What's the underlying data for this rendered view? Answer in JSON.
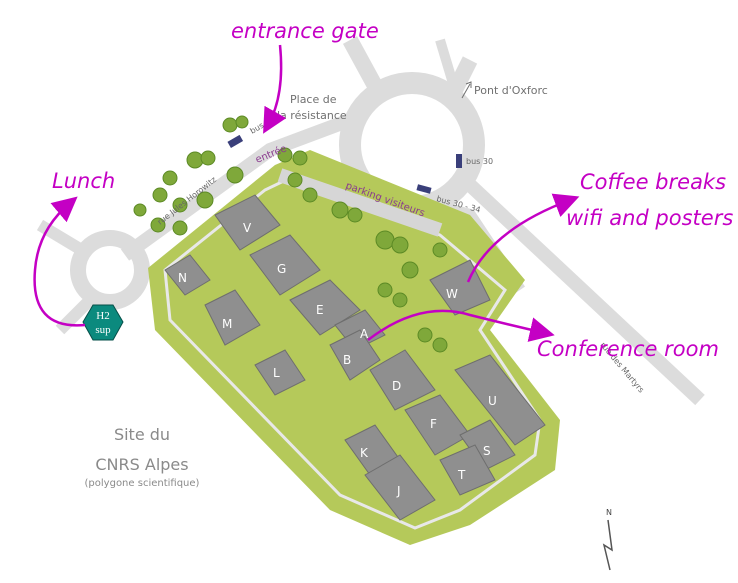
{
  "annotations": {
    "entrance": "entrance gate",
    "lunch": "Lunch",
    "coffee": "Coffee breaks",
    "wifi": "wifi and posters",
    "conference": "Conference room"
  },
  "places": {
    "place_line1": "Place de",
    "place_line2": "la résistance",
    "pont": "Pont d'Oxforc",
    "entree": "entrée",
    "parking": "parking visiteurs",
    "rue": "rue Jules Horowitz",
    "martyrs": "rue des Martyrs"
  },
  "bus_stops": {
    "bus34": "bus 34",
    "bus30": "bus 30",
    "bus30_34": "bus 30 - 34"
  },
  "h2": {
    "line1": "H2",
    "line2": "sup"
  },
  "site": {
    "line1": "Site du",
    "line2": "CNRS Alpes",
    "line3": "(polygone scientifique)"
  },
  "buildings": {
    "V": "V",
    "G": "G",
    "N": "N",
    "E": "E",
    "M": "M",
    "A": "A",
    "B": "B",
    "L": "L",
    "D": "D",
    "W": "W",
    "U": "U",
    "F": "F",
    "K": "K",
    "S": "S",
    "T": "T",
    "J": "J"
  },
  "north": "N",
  "colors": {
    "accent": "#c400c4",
    "grass": "#b5c95a",
    "building": "#8f8f8f",
    "road": "#d9d9d9",
    "h2_fill": "#0b8a7e"
  }
}
